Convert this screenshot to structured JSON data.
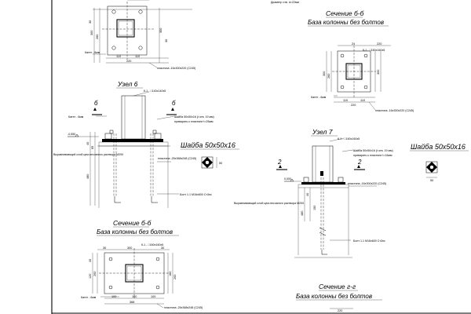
{
  "top_note": "Диаметр отв. d=22мм",
  "sections": {
    "b_top": {
      "title": "Сечение б-б",
      "subtitle": "База колонны без болтов"
    },
    "b_bottom": {
      "title": "Сечение б-б",
      "subtitle": "База колонны без болтов"
    },
    "g": {
      "title": "Сечение г-г",
      "subtitle": "База колонны без болтов"
    }
  },
  "nodes": {
    "n6": "Узел 6",
    "n7": "Узел 7"
  },
  "washer_title": "Шайба 50х50х16",
  "labels": {
    "k1_a": "К-1 - □160х160х5",
    "k1_b": "К-1 - □140х140х5",
    "k1_c": "К-1 - □160х160х5",
    "k1_d": "К-1 - □160х160х5",
    "weld": "Катет - 6мм",
    "plate_top_left": "пластина -16х300х220 (С245)",
    "plate_top_right": "пластина -16х300х220 (С245)",
    "plate_n6": "пластина -25х368х248 (С245)",
    "plate_bottom": "пластина -25х368х248 (С245)",
    "plate_n7": "пластина -16х300х220 (С245)",
    "washer_note": "Шайба 50х50х16 (t отв. 19 мм)",
    "weld_note": "приварить к пластине t=25мм",
    "washer_note2": "Шайба 50х50х16 (t отв. 19 мм)",
    "weld_note2": "приварить к пластине t=16мм",
    "grout": "Выравнивающий слой цем-песчаного раствора М200",
    "grout2": "Выравнивающий слой цем-песчаного раствора М200",
    "bolt_n6": "Болт 1.1 М16х600 Ст3пс",
    "bolt_n7": "Болт 1.1 М16х600 Ст3пс",
    "mark_b": "б",
    "mark_2": "2",
    "elev_neg": "-0,550",
    "elev_zero": "0,000"
  },
  "dims": {
    "d30": "30",
    "d110": "110",
    "d300": "300",
    "d260": "260",
    "d24": "24",
    "d220": "220",
    "d160": "160",
    "d100": "100",
    "d50": "50",
    "d200": "200",
    "d120": "120",
    "d368": "368",
    "d40": "40",
    "d65": "65",
    "d480": "480",
    "d100v": "100",
    "d150": "150",
    "d40b": "40",
    "d290": "290",
    "d56": "56"
  }
}
